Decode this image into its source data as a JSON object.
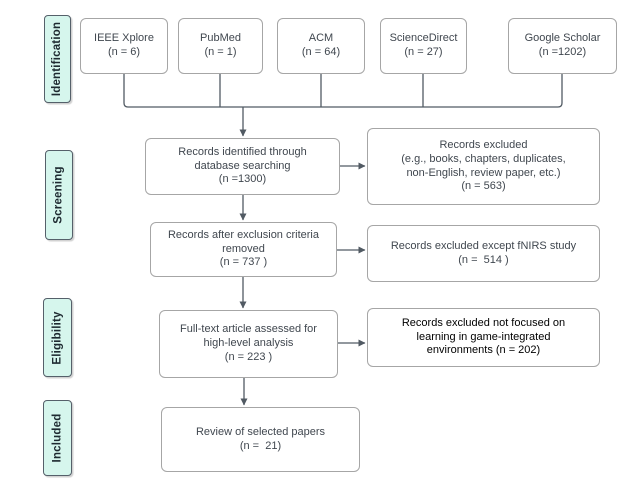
{
  "stages": {
    "identification": "Identification",
    "screening": "Screening",
    "eligibility": "Eligibility",
    "included": "Included"
  },
  "sources": {
    "ieee": "IEEE Xplore\n(n = 6)",
    "pubmed": "PubMed\n(n = 1)",
    "acm": "ACM\n(n = 64)",
    "sciencedirect": "ScienceDirect\n(n = 27)",
    "google_scholar": "Google Scholar\n(n =1202)"
  },
  "process": {
    "identified": "Records identified through\ndatabase searching\n(n =1300)",
    "after_exclusion": "Records after exclusion criteria\nremoved\n(n = 737 )",
    "fulltext": "Full-text article assessed for\nhigh-level analysis\n(n = 223 )",
    "review": "Review of selected papers\n(n =  21)"
  },
  "excluded": {
    "general": "Records excluded\n(e.g., books, chapters, duplicates,\nnon-English, review paper, etc.)\n(n = 563)",
    "non_fnirs": "Records excluded except fNIRS study\n(n =  514 )",
    "not_game_focused": "Records excluded not focused on\nlearning in game-integrated\nenvironments (n = 202)"
  },
  "colors": {
    "stage_fill": "#d6f6ed",
    "stage_border": "#55606a",
    "box_fill": "#ffffff",
    "box_border": "#a6a6a6",
    "text": "#40474f",
    "emphasis_text": "#000000",
    "connector": "#515a63"
  }
}
